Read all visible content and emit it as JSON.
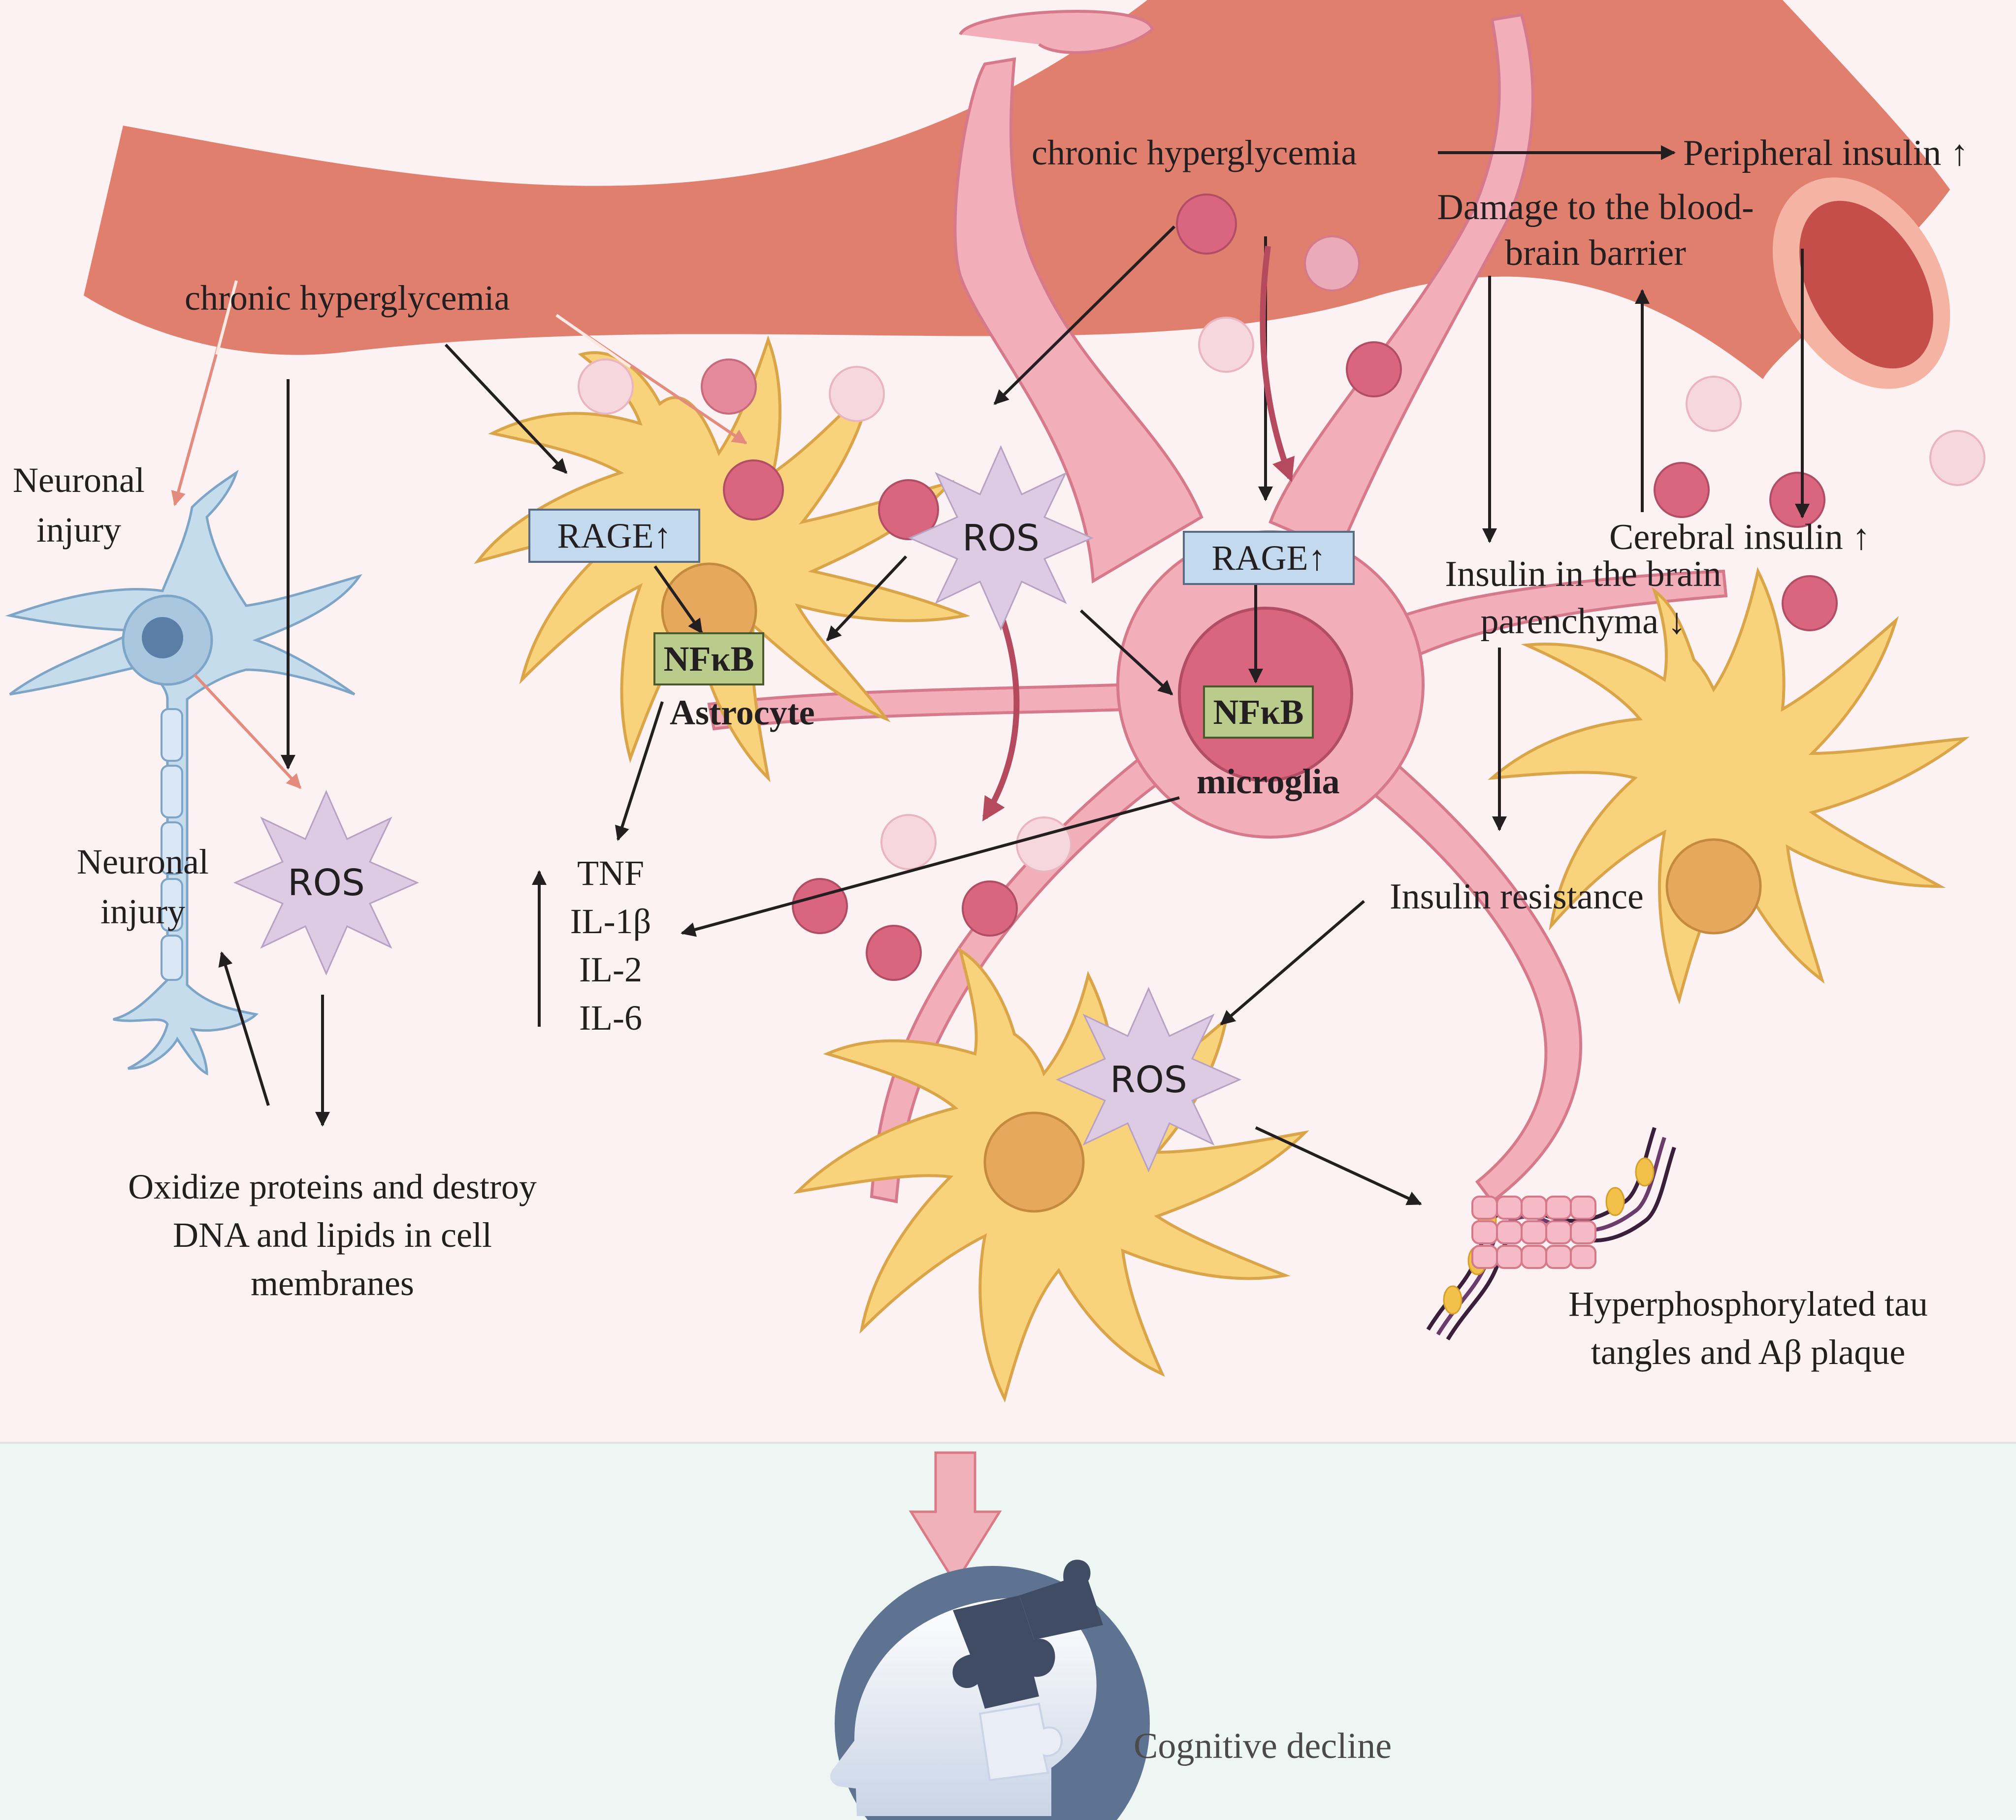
{
  "colors": {
    "vessel": "#e07f6d",
    "vessel_lumen": "#c54e4b",
    "top_panel": "#fdf2f3",
    "bottom_panel": "#eef6f4",
    "astrocyte": "#f8d37c",
    "astrocyte_stroke": "#d9a548",
    "microglia": "#f2aeb9",
    "microglia_stroke": "#d6798a",
    "neuron": "#c5dcec",
    "ros_star": "#dccbe3",
    "rage_box": "#c3d9ee",
    "nfkb_box": "#b9cc8c",
    "arrow_red": "#b54a5e",
    "big_arrow": "#f0b2b8",
    "head_circle": "#5e7391"
  },
  "labels": {
    "hyperglycemia_left": "chronic hyperglycemia",
    "hyperglycemia_top": "chronic hyperglycemia",
    "peripheral_insulin": "Peripheral insulin ↑",
    "bbb_line1": "Damage to the blood-",
    "bbb_line2": "brain barrier",
    "cerebral_insulin": "Cerebral insulin ↑",
    "insulin_brain_line1": "Insulin in the brain",
    "insulin_brain_line2": "parenchyma ↓",
    "insulin_resistance": "Insulin resistance",
    "neuronal_injury_top_line1": "Neuronal",
    "neuronal_injury_top_line2": "injury",
    "neuronal_injury_mid_line1": "Neuronal",
    "neuronal_injury_mid_line2": "injury",
    "rage_astro": "RAGE↑",
    "rage_micro": "RAGE↑",
    "nfkb_astro": "NFκB",
    "nfkb_micro": "NFκB",
    "astrocyte": "Astrocyte",
    "microglia": "microglia",
    "ros_left": "ROS",
    "ros_center": "ROS",
    "ros_bottom": "ROS",
    "cytokines": [
      "TNF",
      "IL-1β",
      "IL-2",
      "IL-6"
    ],
    "oxidize_line1": "Oxidize proteins and destroy",
    "oxidize_line2": "DNA and lipids in cell",
    "oxidize_line3": "membranes",
    "tau_line1": "Hyperphosphorylated tau",
    "tau_line2": "tangles and Aβ plaque",
    "cognitive": "Cognitive decline"
  }
}
